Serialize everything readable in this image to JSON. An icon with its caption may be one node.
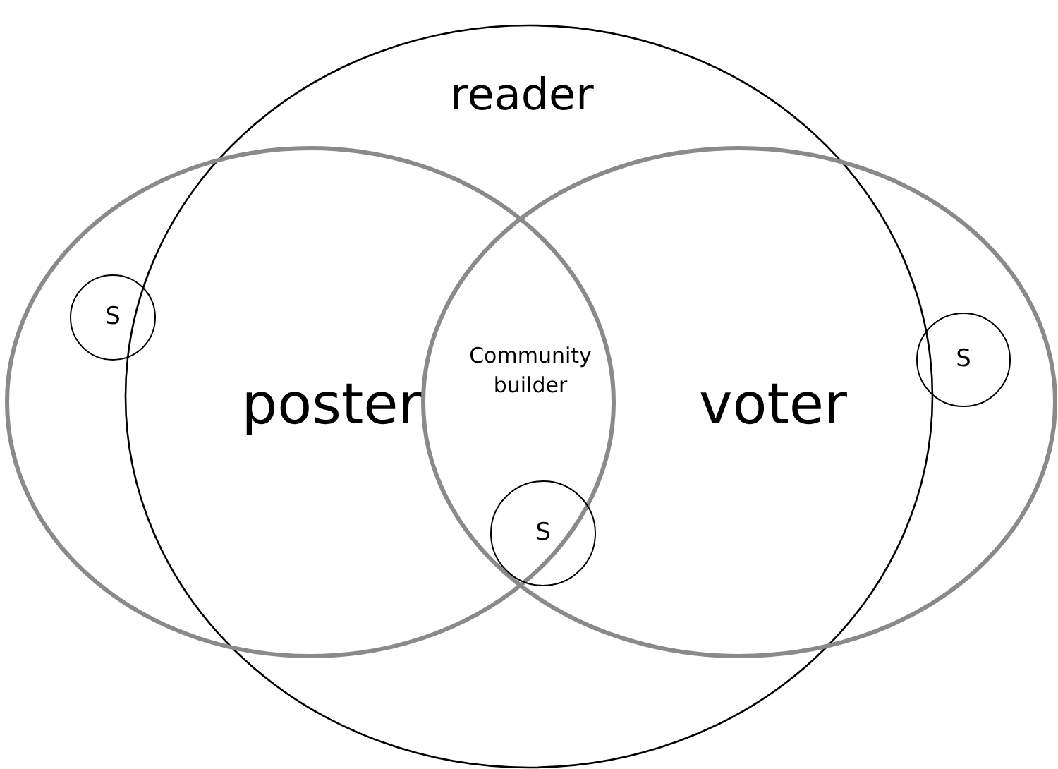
{
  "diagram": {
    "nodes": [
      {
        "text": [
          "reader"
        ]
      },
      {
        "text": [
          "poster"
        ]
      },
      {
        "text": [
          "voter"
        ]
      },
      {
        "text": [
          "S"
        ],
        "in": 1
      },
      {
        "text": [
          "S"
        ],
        "in": 2
      },
      {
        "text": [
          "S"
        ]
      }
    ],
    "labels": [
      "Community builder"
    ]
  }
}
